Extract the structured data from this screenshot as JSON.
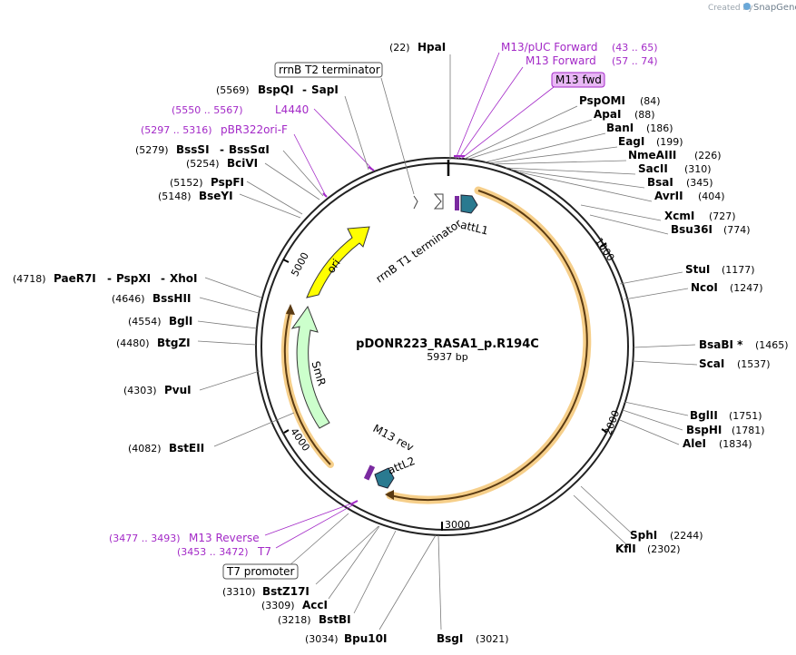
{
  "credit": {
    "created_by": "Created by",
    "brand": "SnapGene"
  },
  "plasmid": {
    "name": "pDONR223_RASA1_p.R194C",
    "size_label": "5937 bp"
  },
  "features": {
    "ori": "ori",
    "smr": "SmR",
    "rrnb_t1": "rrnB T1 terminator",
    "attl1": "attL1",
    "attl2": "attL2",
    "m13rev": "M13 rev"
  },
  "boxed_labels": {
    "rrnb_t2": "rrnB T2 terminator",
    "m13fwd": "M13 fwd",
    "t7promoter": "T7 promoter"
  },
  "ticks": [
    "1000",
    "2000",
    "3000",
    "4000",
    "5000"
  ],
  "primers": {
    "m13puc": {
      "name": "M13/pUC Forward",
      "range": "(43 .. 65)"
    },
    "m13fwd": {
      "name": "M13 Forward",
      "range": "(57 .. 74)"
    },
    "l4440": {
      "name": "L4440",
      "range": "(5550 .. 5567)"
    },
    "pbr322": {
      "name": "pBR322ori-F",
      "range": "(5297 .. 5316)"
    },
    "m13rev": {
      "name": "M13 Reverse",
      "range": "(3477 .. 3493)"
    },
    "t7": {
      "name": "T7",
      "range": "(3453 .. 3472)"
    }
  },
  "sites": {
    "hpai": {
      "name": "HpaI",
      "pos": "(22)"
    },
    "pspomi": {
      "name": "PspOMI",
      "pos": "(84)"
    },
    "apai": {
      "name": "ApaI",
      "pos": "(88)"
    },
    "bani": {
      "name": "BanI",
      "pos": "(186)"
    },
    "eagi": {
      "name": "EagI",
      "pos": "(199)"
    },
    "nmeaiii": {
      "name": "NmeAIII",
      "pos": "(226)"
    },
    "sacii": {
      "name": "SacII",
      "pos": "(310)"
    },
    "bsai": {
      "name": "BsaI",
      "pos": "(345)"
    },
    "avrii": {
      "name": "AvrII",
      "pos": "(404)"
    },
    "xcmi": {
      "name": "XcmI",
      "pos": "(727)"
    },
    "bsu36i": {
      "name": "Bsu36I",
      "pos": "(774)"
    },
    "stui": {
      "name": "StuI",
      "pos": "(1177)"
    },
    "ncoi": {
      "name": "NcoI",
      "pos": "(1247)"
    },
    "bsabi": {
      "name": "BsaBI *",
      "pos": "(1465)"
    },
    "scai": {
      "name": "ScaI",
      "pos": "(1537)"
    },
    "bglii": {
      "name": "BglII",
      "pos": "(1751)"
    },
    "bsphi": {
      "name": "BspHI",
      "pos": "(1781)"
    },
    "alei": {
      "name": "AleI",
      "pos": "(1834)"
    },
    "sphi": {
      "name": "SphI",
      "pos": "(2244)"
    },
    "kfli": {
      "name": "KflI",
      "pos": "(2302)"
    },
    "bsgi": {
      "name": "BsgI",
      "pos": "(3021)"
    },
    "bpu10i": {
      "name": "Bpu10I",
      "pos": "(3034)"
    },
    "bstbi": {
      "name": "BstBI",
      "pos": "(3218)"
    },
    "acci": {
      "name": "AccI",
      "pos": "(3309)"
    },
    "bstz17i": {
      "name": "BstZ17I",
      "pos": "(3310)"
    },
    "bsteii": {
      "name": "BstEII",
      "pos": "(4082)"
    },
    "pvui": {
      "name": "PvuI",
      "pos": "(4303)"
    },
    "btgzi": {
      "name": "BtgZI",
      "pos": "(4480)"
    },
    "bgli": {
      "name": "BglI",
      "pos": "(4554)"
    },
    "bsshii": {
      "name": "BssHII",
      "pos": "(4646)"
    },
    "paer7i": {
      "name": "PaeR7I",
      "pos": "(4718)"
    },
    "pspxi": {
      "name": "PspXI",
      "sep": "-"
    },
    "xhoi": {
      "name": "XhoI",
      "sep": "-"
    },
    "bseyi": {
      "name": "BseYI",
      "pos": "(5148)"
    },
    "pspfi": {
      "name": "PspFI",
      "pos": "(5152)"
    },
    "bcivi": {
      "name": "BciVI",
      "pos": "(5254)"
    },
    "bsssi": {
      "name": "BssSI",
      "pos": "(5279)"
    },
    "bsssai": {
      "name": "BssSαI",
      "sep": "-"
    },
    "bspqi": {
      "name": "BspQI",
      "pos": "(5569)"
    },
    "sapi": {
      "name": "SapI",
      "sep": "-"
    }
  }
}
